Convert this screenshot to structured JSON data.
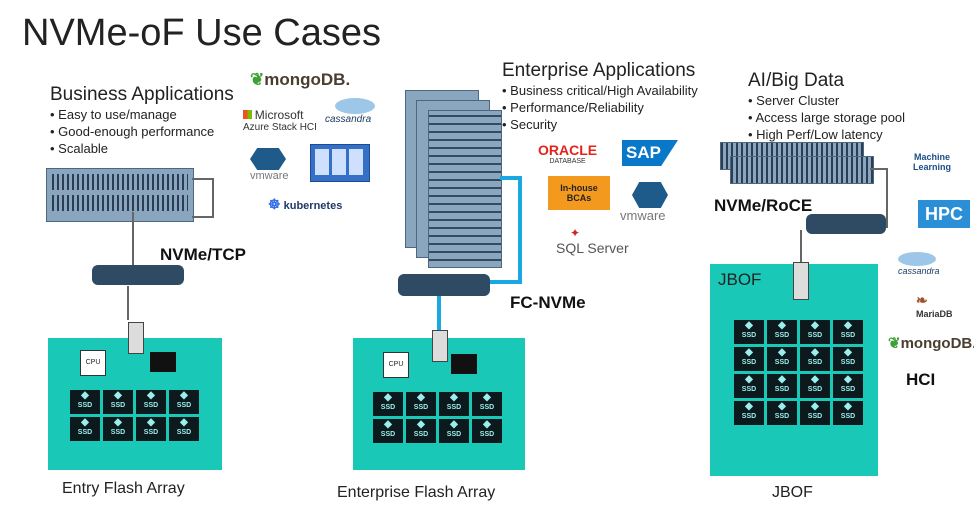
{
  "title": "NVMe-oF Use Cases",
  "business": {
    "heading": "Business Applications",
    "bullets": [
      "Easy to use/manage",
      "Good-enough performance",
      "Scalable"
    ],
    "protocol": "NVMe/TCP",
    "caption": "Entry Flash Array",
    "logos": {
      "mongodb": "mongoDB.",
      "microsoft": "Microsoft",
      "azure": "Azure Stack HCI",
      "cassandra": "cassandra",
      "vmware": "vmware",
      "kubernetes": "kubernetes"
    }
  },
  "enterprise": {
    "heading": "Enterprise Applications",
    "bullets": [
      "Business critical/High Availability",
      "Performance/Reliability",
      "Security"
    ],
    "protocol": "FC-NVMe",
    "caption": "Enterprise Flash Array",
    "logos": {
      "oracle": "ORACLE",
      "oracle_sub": "DATABASE",
      "sap": "SAP",
      "inhouse": "In-house BCAs",
      "vmware": "vmware",
      "sql": "SQL Server"
    }
  },
  "ai": {
    "heading": "AI/Big Data",
    "bullets": [
      "Server Cluster",
      "Access large storage pool",
      "High Perf/Low latency"
    ],
    "protocol": "NVMe/RoCE",
    "jbof_label": "JBOF",
    "caption": "JBOF",
    "logos": {
      "ml": "Machine Learning",
      "hpc": "HPC",
      "cassandra": "cassandra",
      "mariadb": "MariaDB",
      "mongodb": "mongoDB.",
      "hci": "HCI"
    }
  },
  "chip": {
    "cpu": "CPU",
    "ssd": "SSD"
  },
  "colors": {
    "teal": "#1ac8b8",
    "fc_link": "#19a8e0",
    "switch": "#2f4b63",
    "rack": "#8aa6bf",
    "inhouse": "#f39a1e"
  }
}
